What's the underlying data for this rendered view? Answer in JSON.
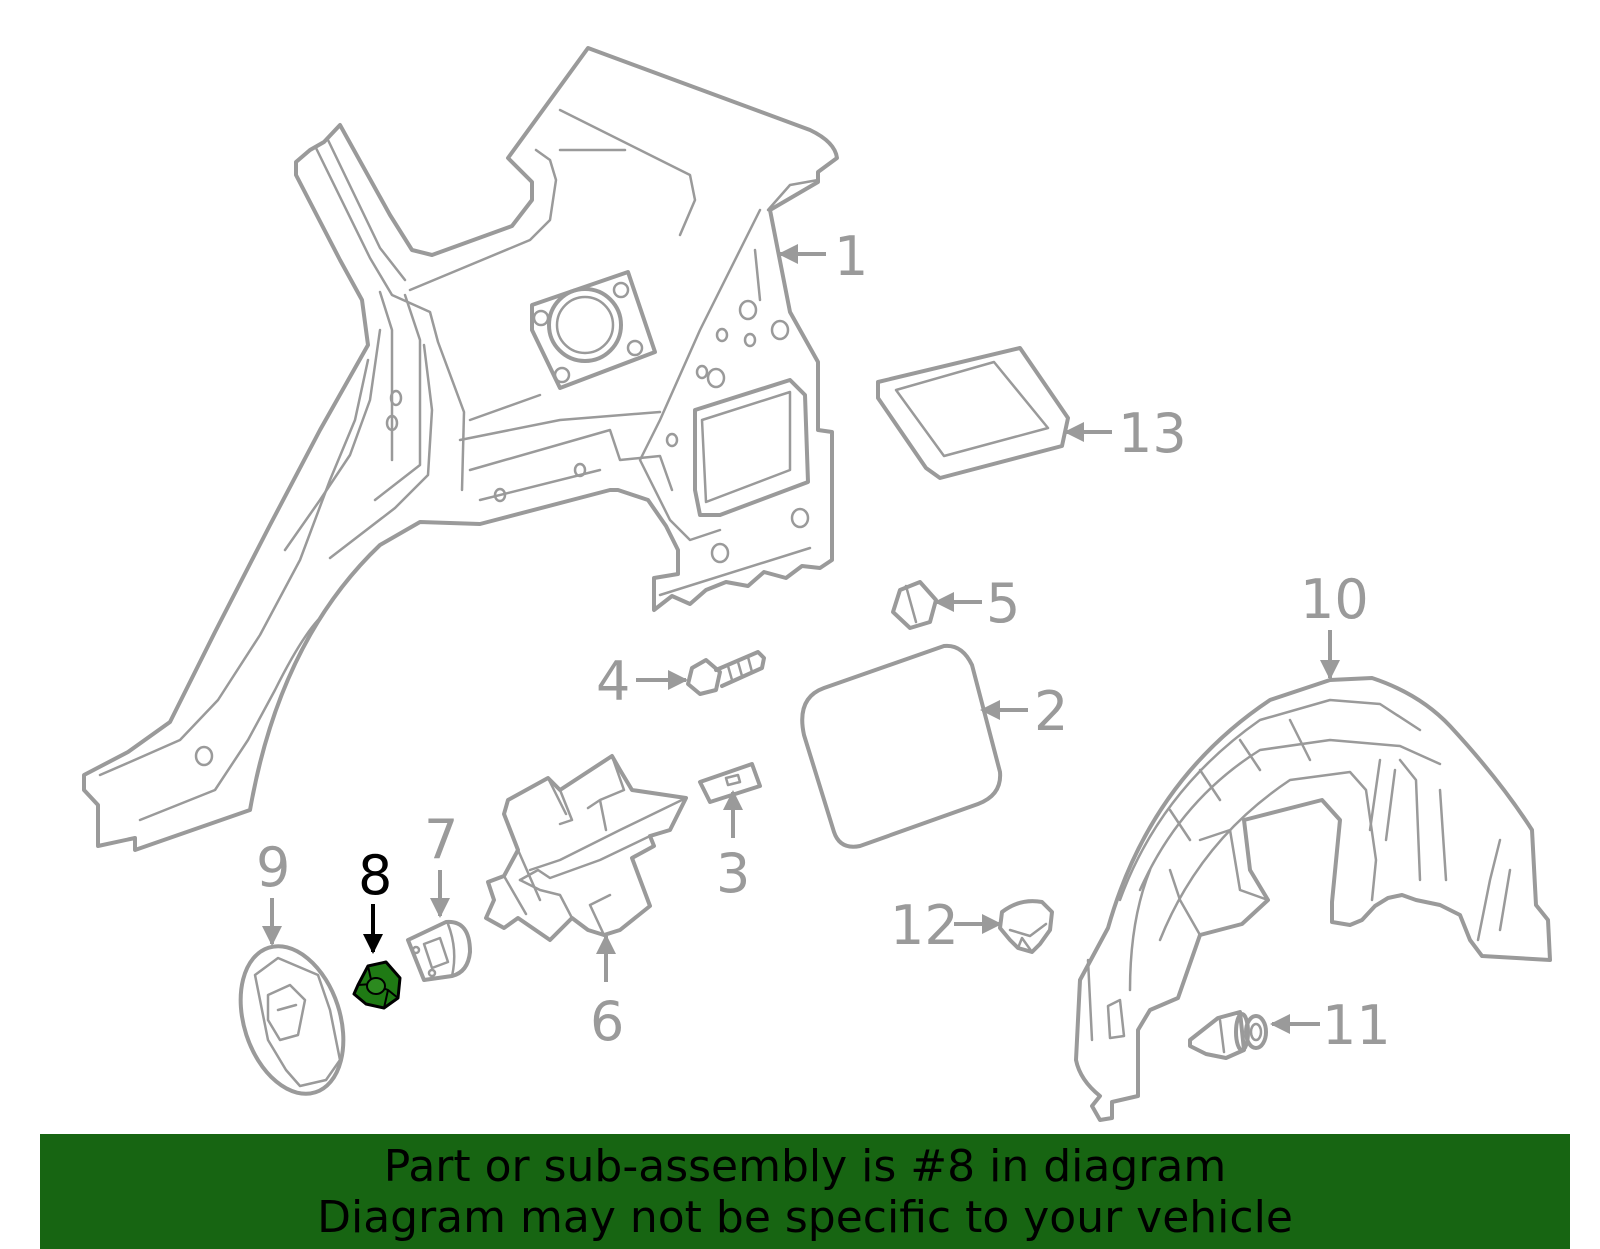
{
  "diagram": {
    "highlight_color": "#1f7a14",
    "line_color": "#9a9a9a",
    "labels": {
      "p1": "1",
      "p2": "2",
      "p3": "3",
      "p4": "4",
      "p5": "5",
      "p6": "6",
      "p7": "7",
      "p8": "8",
      "p9": "9",
      "p10": "10",
      "p11": "11",
      "p12": "12",
      "p13": "13"
    },
    "highlighted_part": "8"
  },
  "banner": {
    "line1": "Part or sub-assembly is #8 in diagram",
    "line2": "Diagram may not be specific to your vehicle",
    "background": "#176512"
  }
}
